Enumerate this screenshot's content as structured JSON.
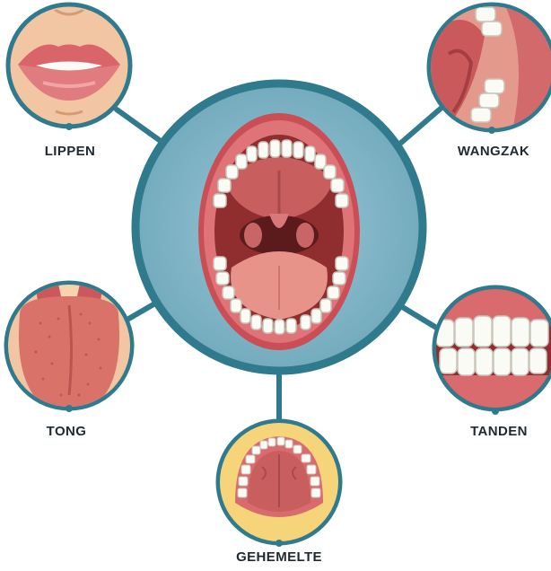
{
  "labels": {
    "lippen": "LIPPEN",
    "wangzak": "WANGZAK",
    "tong": "TONG",
    "tanden": "TANDEN",
    "gehemelte": "GEHEMELTE"
  },
  "colors": {
    "connector": "#2f7a8c",
    "center_fill": "#7fb6c8",
    "ring_stroke": "#2f7a8c",
    "skin": "#f2c6a2",
    "lips": "#d9646a",
    "mouth_interior": "#8f2d2f",
    "gum": "#d96b6e",
    "tongue": "#e4897f",
    "tooth": "#fbfbf6",
    "palate_bg": "#f6d57a"
  },
  "icons": {
    "center": "open-mouth-icon",
    "lippen": "lips-icon",
    "wangzak": "cheek-pouch-icon",
    "tong": "tongue-icon",
    "tanden": "teeth-icon",
    "gehemelte": "palate-icon"
  }
}
